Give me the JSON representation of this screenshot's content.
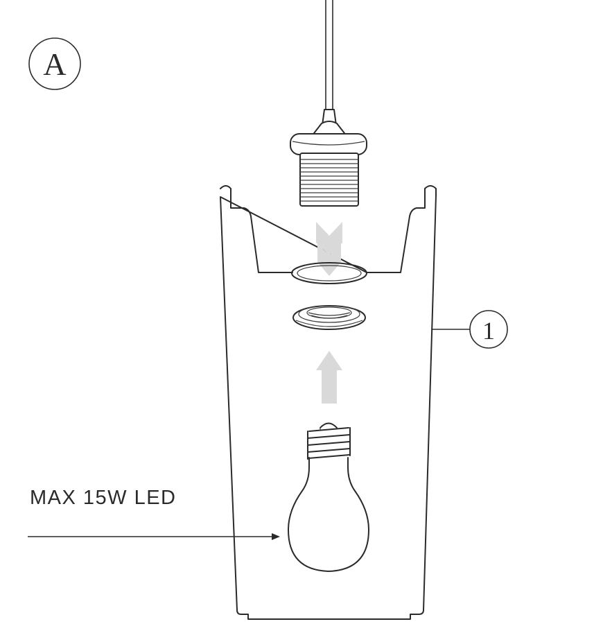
{
  "step": {
    "letter": "A"
  },
  "parts": {
    "shade_callout": "1"
  },
  "bulb": {
    "label": "MAX 15W LED"
  },
  "colors": {
    "line": "#2a2a2a",
    "arrow": "#d9d9d9",
    "background": "#ffffff"
  }
}
